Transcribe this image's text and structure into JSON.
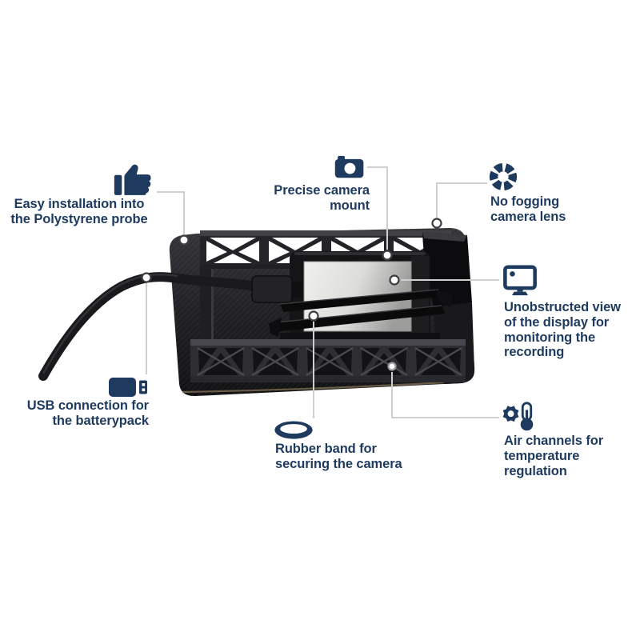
{
  "colors": {
    "accent_navy": "#1e3a5f",
    "connector_gray": "#cfcfcf",
    "device_black": "#1b1b1e",
    "background": "#ffffff"
  },
  "annotations": [
    {
      "icon": "thumbs-up-icon",
      "label": "Easy installation into\nthe Polystyrene probe",
      "align": "center"
    },
    {
      "icon": "camera-icon",
      "label": "Precise camera\nmount",
      "align": "right"
    },
    {
      "icon": "aperture-icon",
      "label": "No fogging\ncamera lens",
      "align": "left"
    },
    {
      "icon": "monitor-icon",
      "label": "Unobstructed view\nof the display for\nmonitoring the\nrecording",
      "align": "left"
    },
    {
      "icon": "usb-icon",
      "label": "USB connection for\nthe batterypack",
      "align": "right"
    },
    {
      "icon": "rubber-band-icon",
      "label": "Rubber band for\nsecuring the camera",
      "align": "left"
    },
    {
      "icon": "temperature-icon",
      "label": "Air channels for\ntemperature\nregulation",
      "align": "left"
    }
  ],
  "illustration": {
    "subject": "Black 3D-printed camera holder tray with truss walls, action camera with display, two rubber bands and USB cable"
  }
}
